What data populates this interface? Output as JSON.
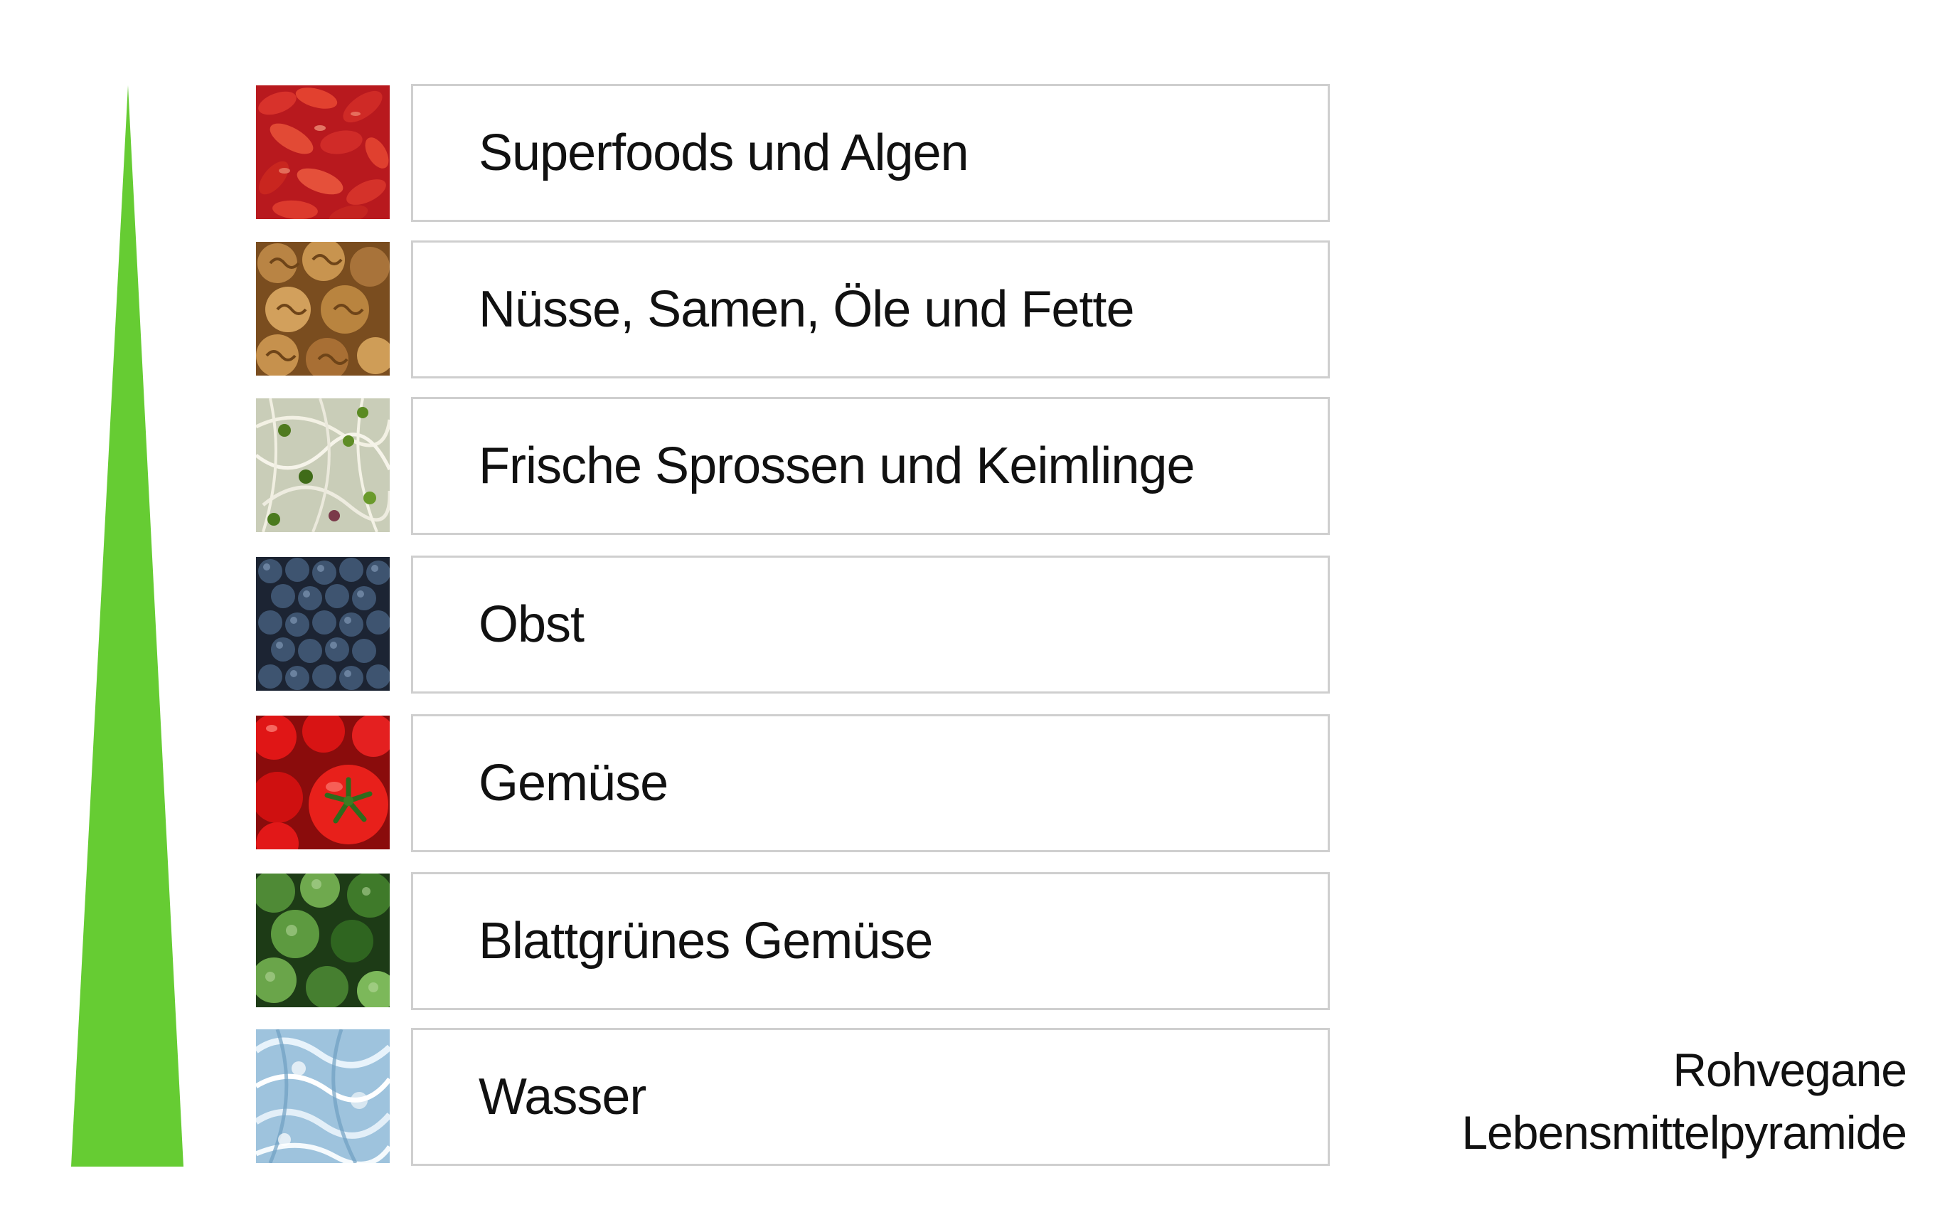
{
  "colors": {
    "pyramid": "#66cc33",
    "box_border": "#cfcfcf",
    "text": "#111111"
  },
  "items": [
    {
      "label": "Superfoods und Algen",
      "image": "goji-berries"
    },
    {
      "label": "Nüsse, Samen, Öle und Fette",
      "image": "walnuts"
    },
    {
      "label": "Frische Sprossen und Keimlinge",
      "image": "sprouts"
    },
    {
      "label": "Obst",
      "image": "blueberries"
    },
    {
      "label": "Gemüse",
      "image": "tomatoes"
    },
    {
      "label": "Blattgrünes Gemüse",
      "image": "kale"
    },
    {
      "label": "Wasser",
      "image": "water"
    }
  ],
  "caption": {
    "line1": "Rohvegane",
    "line2": "Lebensmittelpyramide"
  }
}
